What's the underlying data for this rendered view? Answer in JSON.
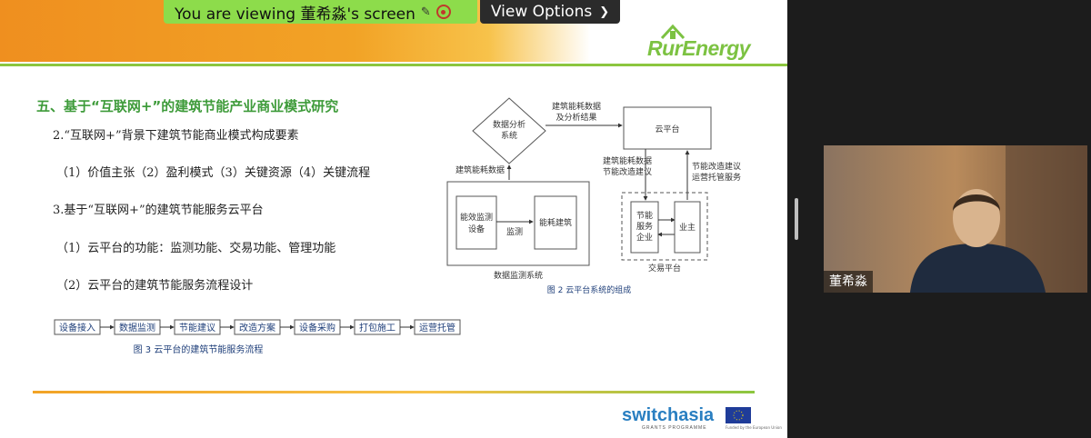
{
  "share_banner": {
    "text": "You are viewing 董希淼's screen",
    "mic_icon": "muted-mic-icon",
    "view_options_label": "View Options"
  },
  "logo": {
    "text": "RurEnergy"
  },
  "slide": {
    "title": "五、基于“互联网+”的建筑节能产业商业模式研究",
    "lines": [
      "2.“互联网+”背景下建筑节能商业模式构成要素",
      "（1）价值主张（2）盈利模式（3）关键资源（4）关键流程",
      "3.基于“互联网+”的建筑节能服务云平台",
      "（1）云平台的功能：监测功能、交易功能、管理功能",
      "（2）云平台的建筑节能服务流程设计"
    ]
  },
  "diagram1": {
    "analysis": [
      "数据分析",
      "系统"
    ],
    "top_label": [
      "建筑能耗数据",
      "及分析结果"
    ],
    "cloud": "云平台",
    "left_label": "建筑能耗数据",
    "mid_left_label": [
      "建筑能耗数据",
      "节能改造建议"
    ],
    "mid_right_label": [
      "节能改造建议",
      "运营托管服务"
    ],
    "device": [
      "能效监测",
      "设备"
    ],
    "monitor": "监测",
    "building": "能耗建筑",
    "monitor_system": "数据监测系统",
    "company": [
      "节能",
      "服务",
      "企业"
    ],
    "owner": "业主",
    "trade": "交易平台",
    "caption": "图 2  云平台系统的组成"
  },
  "diagram2": {
    "steps": [
      "设备接入",
      "数据监测",
      "节能建议",
      "改造方案",
      "设备采购",
      "打包施工",
      "运营托管"
    ],
    "caption": "图 3  云平台的建筑节能服务流程"
  },
  "footer": {
    "brand": "switchasia",
    "brand_sub": "GRANTS PROGRAMME",
    "eu_caption": "Funded by the European Union"
  },
  "participant": {
    "name": "董希淼"
  },
  "colors": {
    "title_green": "#3e9b3a",
    "banner_green": "#8ddc4b",
    "header_orange": "#ef8f1f",
    "logo_green": "#7cc242",
    "brand_blue": "#2a7fc1"
  }
}
